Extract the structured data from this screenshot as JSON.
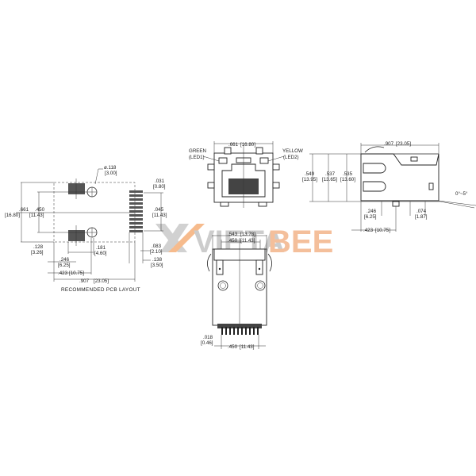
{
  "watermark": {
    "text": "VIETABEE",
    "left_part": "VIETA",
    "right_part": "BEE",
    "colors": {
      "gray": "#b8b8b8",
      "orange": "#f3a063"
    }
  },
  "pcb_layout": {
    "caption": "RECOMMENDED PCB LAYOUT",
    "hole_dia": {
      "in": "ø.118",
      "mm": "[3.00]"
    },
    "height_overall": {
      "in": ".661",
      "mm": "[16.80]"
    },
    "hole_spacing": {
      "in": ".450",
      "mm": "[11.43]"
    },
    "pin_pitch": {
      "in": ".031",
      "mm": "[0.80]"
    },
    "pin_span": {
      "in": ".045",
      "mm": "[11.43]"
    },
    "offset_128": {
      "in": ".128",
      "mm": "[3.26]"
    },
    "offset_181": {
      "in": ".181",
      "mm": "[4.60]"
    },
    "offset_246": {
      "in": ".246",
      "mm": "[6.25]"
    },
    "offset_423": {
      "in": ".423",
      "mm": "[10.75]"
    },
    "width_overall": {
      "in": ".907",
      "mm": "[23.05]"
    },
    "pin_083": {
      "in": ".083",
      "mm": "[2.10]"
    },
    "pin_138": {
      "in": ".138",
      "mm": "[3.50]"
    }
  },
  "front_view": {
    "width": {
      "in": ".661",
      "mm": "[16.80]"
    },
    "led_left": {
      "color": "GREEN",
      "id": "(LED1)"
    },
    "led_right": {
      "color": "YELLOW",
      "id": "(LED2)"
    }
  },
  "side_view": {
    "length": {
      "in": ".907",
      "mm": "[23.05]"
    },
    "h1": {
      "in": ".549",
      "mm": "[13.95]"
    },
    "h2": {
      "in": ".537",
      "mm": "[13.65]"
    },
    "h3": {
      "in": ".535",
      "mm": "[13.60]"
    },
    "post_246": {
      "in": ".246",
      "mm": "[6.25]"
    },
    "post_423": {
      "in": ".423",
      "mm": "[10.75]"
    },
    "tail_074": {
      "in": ".074",
      "mm": "[1.87]"
    },
    "angle": "0°~5°"
  },
  "bottom_view": {
    "width_543": {
      "in": ".543",
      "mm": "[13.78]"
    },
    "width_450": {
      "in": ".450",
      "mm": "[11.43]"
    },
    "pin_018": {
      "in": ".018",
      "mm": "[0.46]"
    },
    "pin_span": {
      "in": ".450",
      "mm": "[11.43]"
    }
  }
}
